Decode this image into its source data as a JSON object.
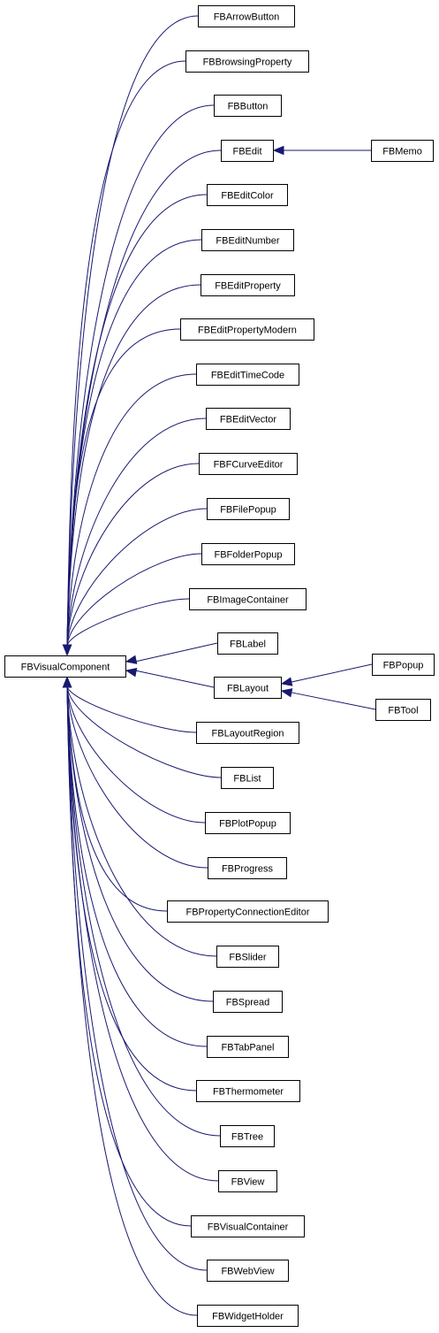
{
  "diagram": {
    "root": "FBVisualComponent",
    "nodes": [
      {
        "id": "FBVisualComponent",
        "label": "FBVisualComponent"
      },
      {
        "id": "FBArrowButton",
        "label": "FBArrowButton"
      },
      {
        "id": "FBBrowsingProperty",
        "label": "FBBrowsingProperty"
      },
      {
        "id": "FBButton",
        "label": "FBButton"
      },
      {
        "id": "FBEdit",
        "label": "FBEdit"
      },
      {
        "id": "FBEditColor",
        "label": "FBEditColor"
      },
      {
        "id": "FBEditNumber",
        "label": "FBEditNumber"
      },
      {
        "id": "FBEditProperty",
        "label": "FBEditProperty"
      },
      {
        "id": "FBEditPropertyModern",
        "label": "FBEditPropertyModern"
      },
      {
        "id": "FBEditTimeCode",
        "label": "FBEditTimeCode"
      },
      {
        "id": "FBEditVector",
        "label": "FBEditVector"
      },
      {
        "id": "FBFCurveEditor",
        "label": "FBFCurveEditor"
      },
      {
        "id": "FBFilePopup",
        "label": "FBFilePopup"
      },
      {
        "id": "FBFolderPopup",
        "label": "FBFolderPopup"
      },
      {
        "id": "FBImageContainer",
        "label": "FBImageContainer"
      },
      {
        "id": "FBLabel",
        "label": "FBLabel"
      },
      {
        "id": "FBLayout",
        "label": "FBLayout"
      },
      {
        "id": "FBLayoutRegion",
        "label": "FBLayoutRegion"
      },
      {
        "id": "FBList",
        "label": "FBList"
      },
      {
        "id": "FBPlotPopup",
        "label": "FBPlotPopup"
      },
      {
        "id": "FBProgress",
        "label": "FBProgress"
      },
      {
        "id": "FBPropertyConnectionEditor",
        "label": "FBPropertyConnectionEditor"
      },
      {
        "id": "FBSlider",
        "label": "FBSlider"
      },
      {
        "id": "FBSpread",
        "label": "FBSpread"
      },
      {
        "id": "FBTabPanel",
        "label": "FBTabPanel"
      },
      {
        "id": "FBThermometer",
        "label": "FBThermometer"
      },
      {
        "id": "FBTree",
        "label": "FBTree"
      },
      {
        "id": "FBView",
        "label": "FBView"
      },
      {
        "id": "FBVisualContainer",
        "label": "FBVisualContainer"
      },
      {
        "id": "FBWebView",
        "label": "FBWebView"
      },
      {
        "id": "FBWidgetHolder",
        "label": "FBWidgetHolder"
      },
      {
        "id": "FBMemo",
        "label": "FBMemo"
      },
      {
        "id": "FBPopup",
        "label": "FBPopup"
      },
      {
        "id": "FBTool",
        "label": "FBTool"
      }
    ],
    "edges": [
      {
        "from": "FBArrowButton",
        "to": "FBVisualComponent"
      },
      {
        "from": "FBBrowsingProperty",
        "to": "FBVisualComponent"
      },
      {
        "from": "FBButton",
        "to": "FBVisualComponent"
      },
      {
        "from": "FBEdit",
        "to": "FBVisualComponent"
      },
      {
        "from": "FBEditColor",
        "to": "FBVisualComponent"
      },
      {
        "from": "FBEditNumber",
        "to": "FBVisualComponent"
      },
      {
        "from": "FBEditProperty",
        "to": "FBVisualComponent"
      },
      {
        "from": "FBEditPropertyModern",
        "to": "FBVisualComponent"
      },
      {
        "from": "FBEditTimeCode",
        "to": "FBVisualComponent"
      },
      {
        "from": "FBEditVector",
        "to": "FBVisualComponent"
      },
      {
        "from": "FBFCurveEditor",
        "to": "FBVisualComponent"
      },
      {
        "from": "FBFilePopup",
        "to": "FBVisualComponent"
      },
      {
        "from": "FBFolderPopup",
        "to": "FBVisualComponent"
      },
      {
        "from": "FBImageContainer",
        "to": "FBVisualComponent"
      },
      {
        "from": "FBLabel",
        "to": "FBVisualComponent"
      },
      {
        "from": "FBLayout",
        "to": "FBVisualComponent"
      },
      {
        "from": "FBLayoutRegion",
        "to": "FBVisualComponent"
      },
      {
        "from": "FBList",
        "to": "FBVisualComponent"
      },
      {
        "from": "FBPlotPopup",
        "to": "FBVisualComponent"
      },
      {
        "from": "FBProgress",
        "to": "FBVisualComponent"
      },
      {
        "from": "FBPropertyConnectionEditor",
        "to": "FBVisualComponent"
      },
      {
        "from": "FBSlider",
        "to": "FBVisualComponent"
      },
      {
        "from": "FBSpread",
        "to": "FBVisualComponent"
      },
      {
        "from": "FBTabPanel",
        "to": "FBVisualComponent"
      },
      {
        "from": "FBThermometer",
        "to": "FBVisualComponent"
      },
      {
        "from": "FBTree",
        "to": "FBVisualComponent"
      },
      {
        "from": "FBView",
        "to": "FBVisualComponent"
      },
      {
        "from": "FBVisualContainer",
        "to": "FBVisualComponent"
      },
      {
        "from": "FBWebView",
        "to": "FBVisualComponent"
      },
      {
        "from": "FBWidgetHolder",
        "to": "FBVisualComponent"
      },
      {
        "from": "FBMemo",
        "to": "FBEdit"
      },
      {
        "from": "FBPopup",
        "to": "FBLayout"
      },
      {
        "from": "FBTool",
        "to": "FBLayout"
      }
    ],
    "colors": {
      "edge": "#191970",
      "box_border": "#000000",
      "box_fill": "#ffffff",
      "text": "#000000",
      "background": "#ffffff"
    }
  }
}
